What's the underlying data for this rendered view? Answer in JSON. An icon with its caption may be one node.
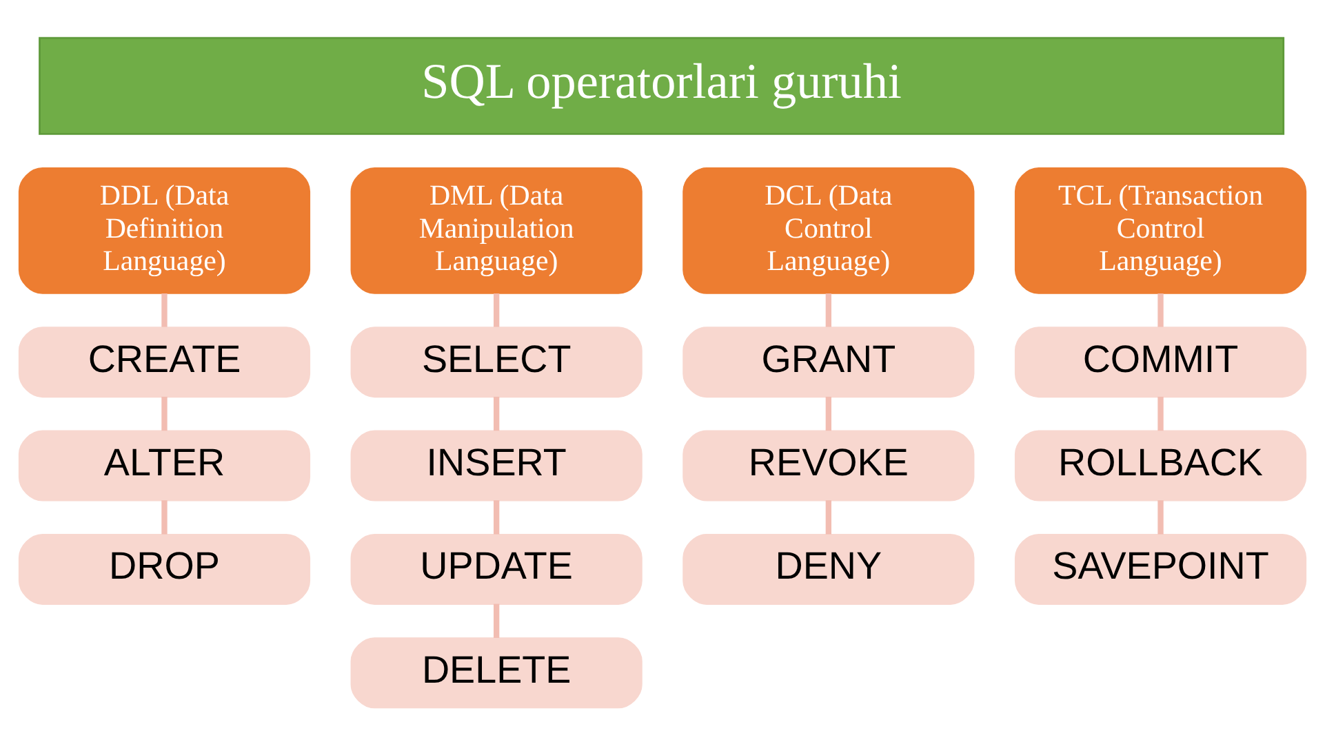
{
  "diagram": {
    "nodes": [
      {
        "text": [
          "SQL operatorlari guruhi"
        ]
      },
      {
        "text": [
          "DDL (Data Definition Language)"
        ]
      },
      {
        "text": [
          "CREATE"
        ]
      },
      {
        "text": [
          "ALTER"
        ]
      },
      {
        "text": [
          "DROP"
        ]
      },
      {
        "text": [
          "DML (Data Manipulation Language)"
        ]
      },
      {
        "text": [
          "SELECT"
        ]
      },
      {
        "text": [
          "INSERT"
        ]
      },
      {
        "text": [
          "UPDATE"
        ]
      },
      {
        "text": [
          "DELETE"
        ]
      },
      {
        "text": [
          "DCL (Data Control Language)"
        ]
      },
      {
        "text": [
          "GRANT"
        ]
      },
      {
        "text": [
          "REVOKE"
        ]
      },
      {
        "text": [
          "DENY"
        ]
      },
      {
        "text": [
          "TCL (Transaction Control Language)"
        ]
      },
      {
        "text": [
          "COMMIT"
        ]
      },
      {
        "text": [
          "ROLLBACK"
        ]
      },
      {
        "text": [
          "SAVEPOINT"
        ]
      }
    ],
    "edges": [
      {
        "from": 1,
        "to": 2,
        "arrow": "none"
      },
      {
        "from": 2,
        "to": 3,
        "arrow": "none"
      },
      {
        "from": 3,
        "to": 4,
        "arrow": "none"
      },
      {
        "from": 5,
        "to": 6,
        "arrow": "none"
      },
      {
        "from": 6,
        "to": 7,
        "arrow": "none"
      },
      {
        "from": 7,
        "to": 8,
        "arrow": "none"
      },
      {
        "from": 8,
        "to": 9,
        "arrow": "none"
      },
      {
        "from": 10,
        "to": 11,
        "arrow": "none"
      },
      {
        "from": 11,
        "to": 12,
        "arrow": "none"
      },
      {
        "from": 12,
        "to": 13,
        "arrow": "none"
      },
      {
        "from": 14,
        "to": 15,
        "arrow": "none"
      },
      {
        "from": 15,
        "to": 16,
        "arrow": "none"
      },
      {
        "from": 16,
        "to": 17,
        "arrow": "none"
      }
    ]
  }
}
